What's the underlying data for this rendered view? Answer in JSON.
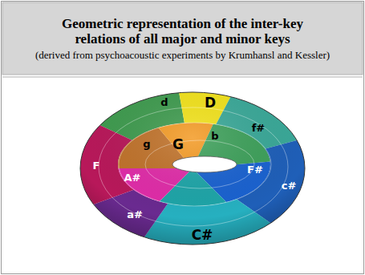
{
  "diagram": {
    "title": "Geometric representation of the inter-key relations of all major and minor keys",
    "caption": "(derived from psychoacoustic experiments by Krumhansl and Kessler)",
    "labels": [
      "d",
      "D",
      "g",
      "G",
      "b",
      "f#",
      "F",
      "A#",
      "F#",
      "c#",
      "a#",
      "C#"
    ]
  }
}
